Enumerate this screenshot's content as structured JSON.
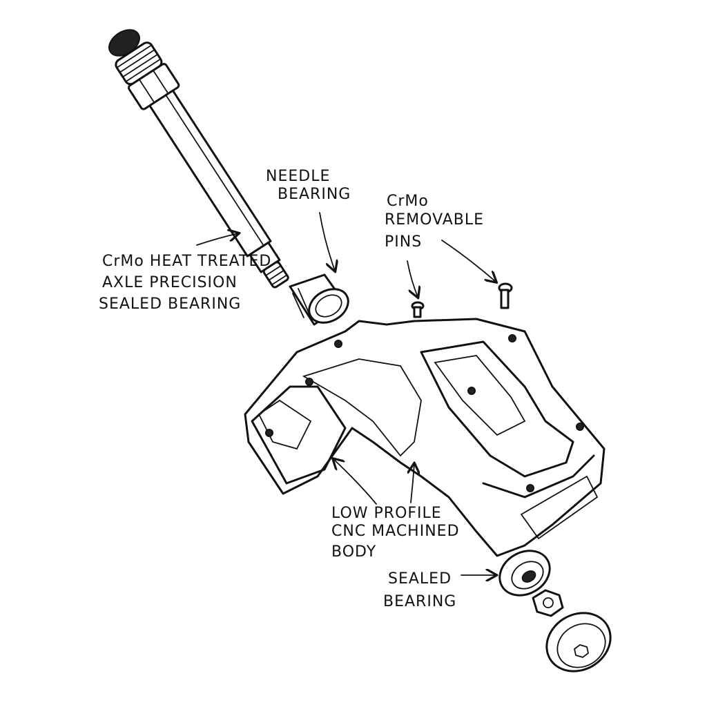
{
  "title": "Pedal exploded view",
  "labels": {
    "needle_bearing": [
      "NEEDLE",
      "BEARING"
    ],
    "pins": [
      "CrMo",
      "REMOVABLE",
      "PINS"
    ],
    "axle": [
      "CrMo HEAT TREATED",
      "AXLE PRECISION",
      "SEALED BEARING"
    ],
    "body": [
      "LOW PROFILE",
      "CNC MACHINED",
      "BODY"
    ],
    "sealed_bearing": [
      "SEALED",
      "BEARING"
    ]
  }
}
